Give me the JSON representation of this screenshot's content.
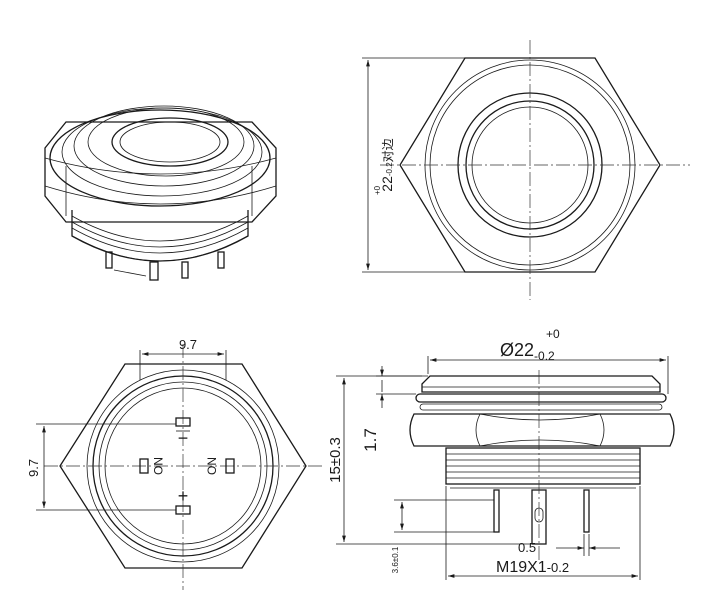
{
  "dims": {
    "across_flats": {
      "value": "22",
      "tol_upper": "+0",
      "tol_lower": "-0.2",
      "suffix": "对边"
    },
    "diameter": {
      "symbol": "Ø",
      "value": "22",
      "tol_upper": "+0",
      "tol_lower": "-0.2"
    },
    "bottom_width": "9.7",
    "bottom_height": "9.7",
    "height": "15±0.3",
    "head": "1.7",
    "pin_gap": "0.5",
    "pin_len": "3.6±0.1",
    "thread": {
      "main": "M19X1",
      "tol": "-0.2"
    }
  },
  "terminal_labels": {
    "no": "NO",
    "on": "ON",
    "minus": "−",
    "plus": "+"
  }
}
